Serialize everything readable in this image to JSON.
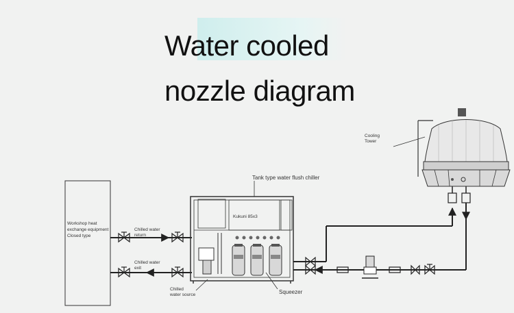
{
  "title": {
    "line1": "Water cooled",
    "line2": "nozzle diagram"
  },
  "labels": {
    "workshop_line1": "Workshop heat",
    "workshop_line2": "exchange equipment",
    "workshop_line3": "Closed type",
    "chilled_return_line1": "Chilled water",
    "chilled_return_line2": "return",
    "chilled_exit_line1": "Chilled water",
    "chilled_exit_line2": "exit",
    "chiller_callout": "Tank type water flush chiller",
    "chiller_panel": "Kukuni 85x3",
    "chiller_logo": "",
    "chilled_source_line1": "Chilled",
    "chilled_source_line2": "water source",
    "squeezer": "Squeezer",
    "cooling_tower_line1": "Cooling",
    "cooling_tower_line2": "Tower"
  },
  "colors": {
    "line": "#222222",
    "background": "#f1f2f1",
    "title_highlight": "#cfeeed"
  }
}
